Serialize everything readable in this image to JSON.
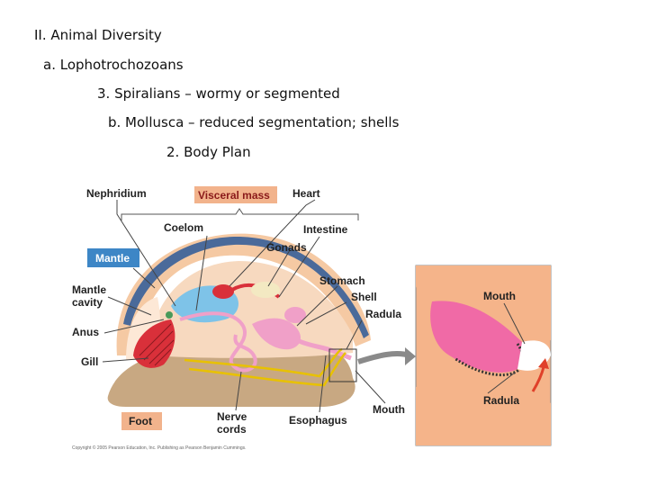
{
  "outline": {
    "l1": "II. Animal Diversity",
    "l2": "a. Lophotrochozoans",
    "l3": "3. Spiralians – wormy or segmented",
    "l4": "b. Mollusca – reduced segmentation; shells",
    "l5": "2. Body Plan"
  },
  "labels": {
    "nephridium": "Nephridium",
    "visceral_mass": "Visceral mass",
    "heart": "Heart",
    "coelom": "Coelom",
    "intestine": "Intestine",
    "gonads": "Gonads",
    "mantle": "Mantle",
    "stomach": "Stomach",
    "shell": "Shell",
    "mantle_cavity_1": "Mantle",
    "mantle_cavity_2": "cavity",
    "radula": "Radula",
    "anus": "Anus",
    "gill": "Gill",
    "foot": "Foot",
    "nerve_cords_1": "Nerve",
    "nerve_cords_2": "cords",
    "esophagus": "Esophagus",
    "mouth": "Mouth",
    "inset_mouth": "Mouth",
    "inset_radula": "Radula"
  },
  "copyright": "Copyright © 2005 Pearson Education, Inc. Publishing as Pearson Benjamin Cummings.",
  "colors": {
    "visceral_mass_box": "#f2b38c",
    "mantle_box": "#3d86c6",
    "foot_box": "#f2b38c",
    "shell": "#4a6a9a",
    "mantle": "#f5c9a3",
    "foot": "#c8a882",
    "gill": "#d9303a",
    "nerves": "#e8c100",
    "gut": "#f0a0c8"
  }
}
